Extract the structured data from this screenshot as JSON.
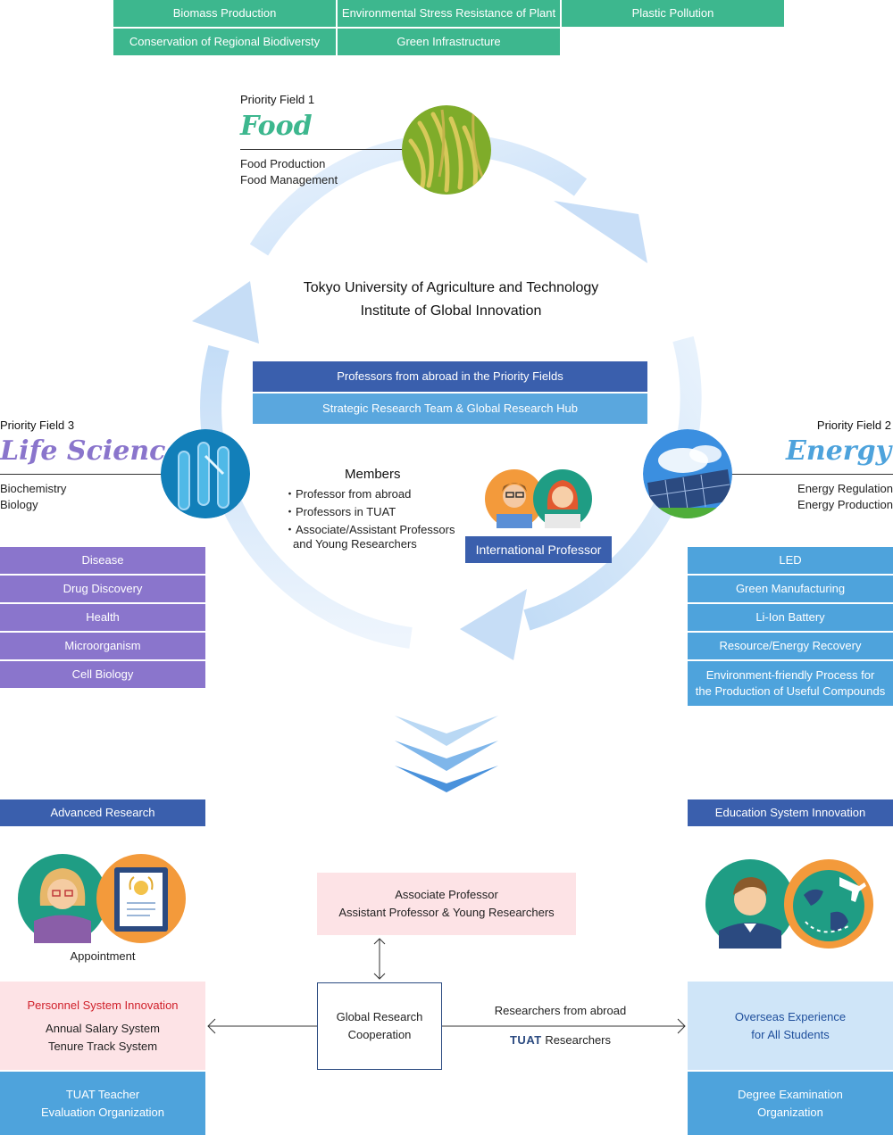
{
  "top_tags": {
    "row1": [
      "Biomass Production",
      "Environmental Stress Resistance of Plant",
      "Plastic Pollution"
    ],
    "row2": [
      "Conservation of Regional Biodiversty",
      "Green Infrastructure"
    ]
  },
  "center": {
    "line1": "Tokyo University of Agriculture and Technology",
    "line2": "Institute of Global Innovation",
    "band1": "Professors from abroad in the Priority Fields",
    "band2": "Strategic Research Team & Global Research Hub",
    "members_title": "Members",
    "members": [
      "・Professor from abroad",
      "・Professors in TUAT",
      "・Associate/Assistant Professors",
      "and Young Researchers"
    ],
    "intl_professor": "International Professor"
  },
  "fields": {
    "food": {
      "label": "Priority Field 1",
      "title": "Food",
      "sub1": "Food Production",
      "sub2": "Food Management"
    },
    "energy": {
      "label": "Priority Field 2",
      "title": "Energy",
      "sub1": "Energy Regulation",
      "sub2": "Energy Production",
      "tags": [
        "LED",
        "Green Manufacturing",
        "Li-Ion Battery",
        "Resource/Energy Recovery"
      ],
      "tag_last_1": "Environment-friendly Process for",
      "tag_last_2": "the Production of Useful Compounds"
    },
    "life": {
      "label": "Priority Field 3",
      "title": "Life Science",
      "sub1": "Biochemistry",
      "sub2": "Biology",
      "tags": [
        "Disease",
        "Drug Discovery",
        "Health",
        "Microorganism",
        "Cell Biology"
      ]
    }
  },
  "bottom": {
    "advanced_research": "Advanced Research",
    "education_innovation": "Education System Innovation",
    "appointment": "Appointment",
    "assoc_1": "Associate Professor",
    "assoc_2": "Assistant Professor & Young Researchers",
    "global_1": "Global Research",
    "global_2": "Cooperation",
    "researchers_abroad": "Researchers from abroad",
    "tuat_logo": "TUAT",
    "tuat_researchers": "Researchers",
    "personnel_title": "Personnel System Innovation",
    "personnel_1": "Annual Salary System",
    "personnel_2": "Tenure Track System",
    "teacher_eval_1": "TUAT Teacher",
    "teacher_eval_2": "Evaluation Organization",
    "overseas_1": "Overseas Experience",
    "overseas_2": "for All Students",
    "degree_1": "Degree Examination",
    "degree_2": "Organization"
  },
  "colors": {
    "green": "#3db78e",
    "purple": "#8a75cc",
    "sky": "#4ea3dc",
    "navy": "#3a5fad",
    "pink_bg": "#fde3e6",
    "light_blue_bg": "#cfe5f8",
    "red_text": "#d0202a",
    "blue_text": "#1f4f9c"
  }
}
